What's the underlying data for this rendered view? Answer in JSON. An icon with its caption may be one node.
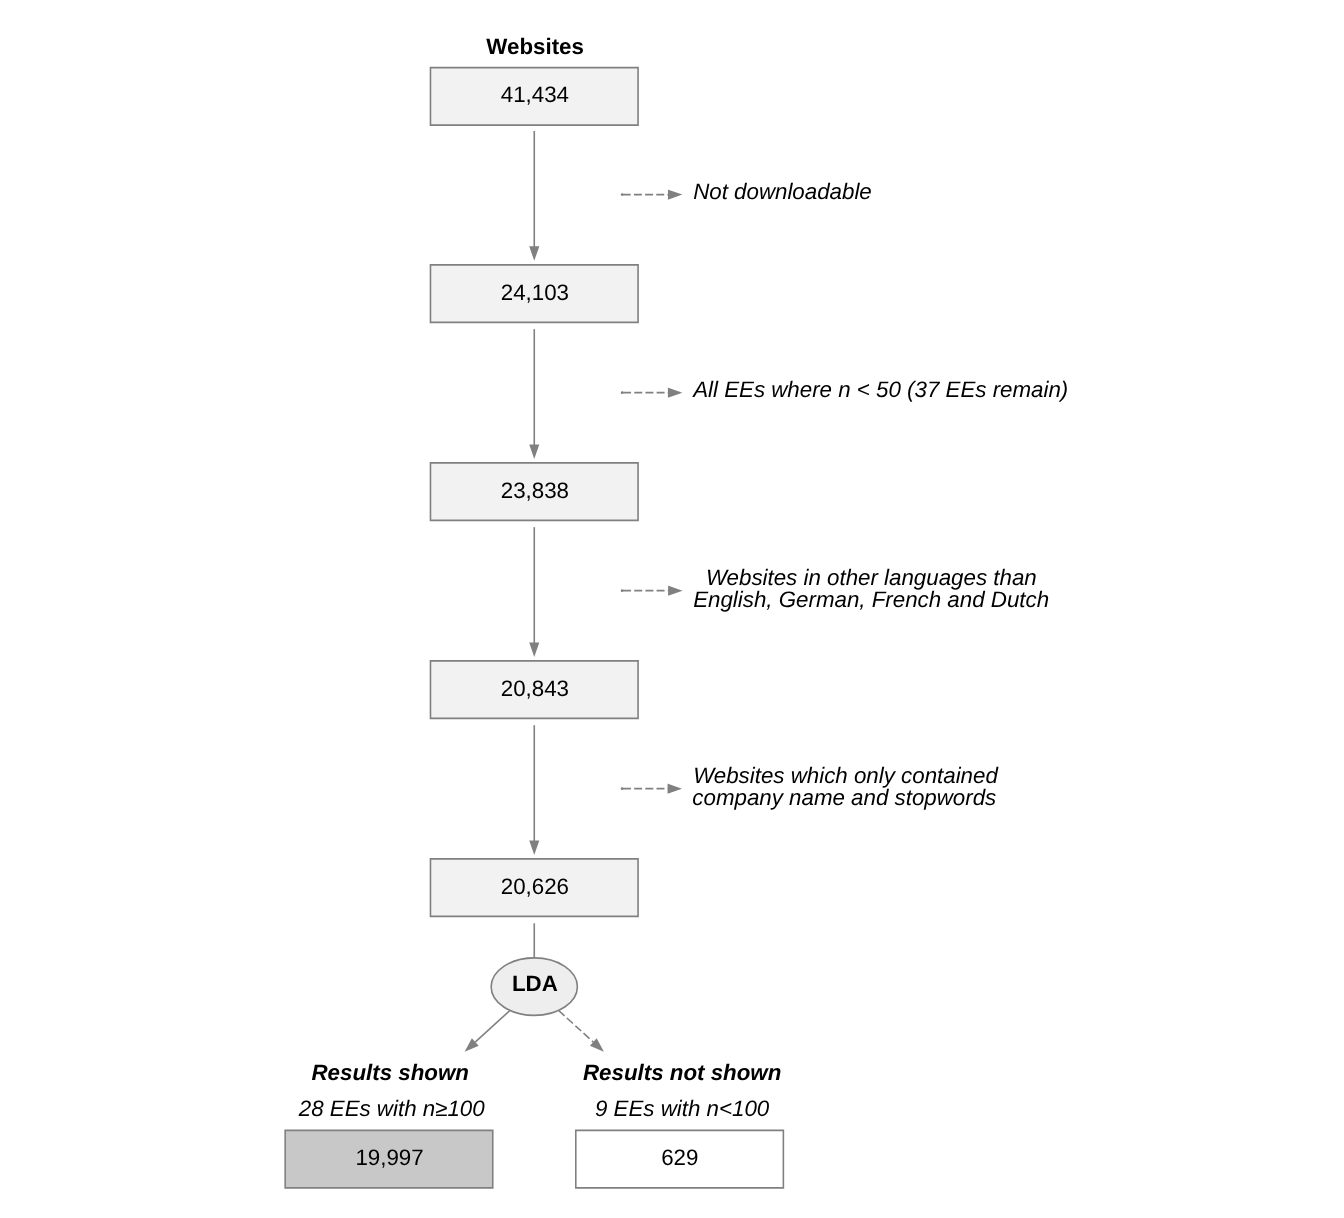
{
  "diagram": {
    "nodes": [
      {
        "text": [
          "Websites",
          "41,434"
        ]
      },
      {
        "text": [
          "Not downloadable"
        ]
      },
      {
        "text": [
          "24,103"
        ]
      },
      {
        "text": [
          "All EEs where n < 50 (37 EEs remain)"
        ]
      },
      {
        "text": [
          "23,838"
        ]
      },
      {
        "text": [
          "Websites in other languages than English, German, French and Dutch"
        ]
      },
      {
        "text": [
          "20,843"
        ]
      },
      {
        "text": [
          "Websites which only contained company name and stopwords"
        ]
      },
      {
        "text": [
          "20,626"
        ]
      },
      {
        "text": [
          "LDA"
        ]
      },
      {
        "text": [
          "Results shown",
          "28 EEs with n≥100",
          "19,997"
        ]
      },
      {
        "text": [
          "Results not shown",
          "9 EEs with n<100",
          "629"
        ]
      }
    ],
    "edges": [
      {
        "from": 0,
        "to": 2,
        "arrow": "to"
      },
      {
        "from": null,
        "to": 1,
        "arrow": "to",
        "style": "dashed"
      },
      {
        "from": 2,
        "to": 4,
        "arrow": "to"
      },
      {
        "from": null,
        "to": 3,
        "arrow": "to",
        "style": "dashed"
      },
      {
        "from": 4,
        "to": 6,
        "arrow": "to"
      },
      {
        "from": null,
        "to": 5,
        "arrow": "to",
        "style": "dashed"
      },
      {
        "from": 6,
        "to": 8,
        "arrow": "to"
      },
      {
        "from": null,
        "to": 7,
        "arrow": "to",
        "style": "dashed"
      },
      {
        "from": 8,
        "to": 9,
        "arrow": "none"
      },
      {
        "from": 9,
        "to": 10,
        "arrow": "to"
      },
      {
        "from": 9,
        "to": 11,
        "arrow": "to",
        "style": "dashed"
      }
    ]
  }
}
